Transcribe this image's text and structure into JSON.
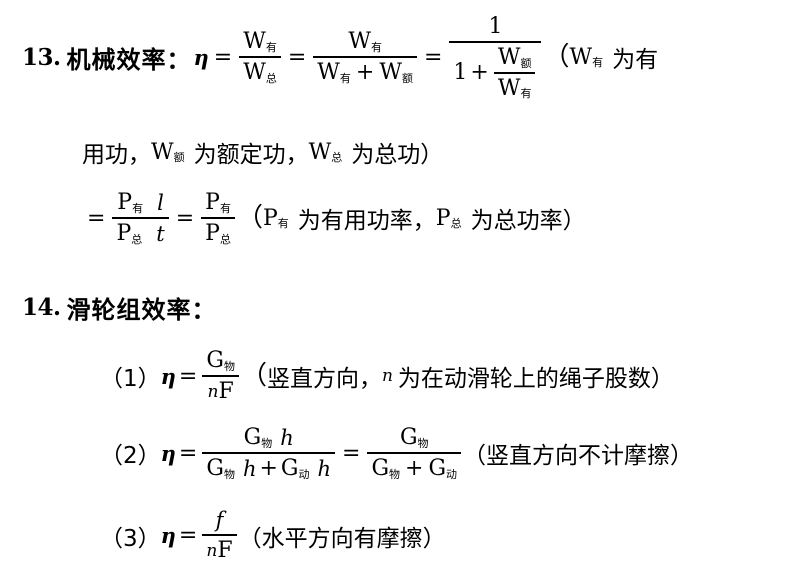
{
  "document": {
    "title_visible": false,
    "background_color": "#ffffff",
    "text_color": "#000000",
    "language": "zh-CN",
    "subject": "physics formulas - mechanical efficiency"
  },
  "items": [
    {
      "number": "13.",
      "heading": "机械效率：",
      "lines": [
        {
          "id": "eff-definition",
          "eta": "η",
          "eq1": "=",
          "frac1": {
            "num": "W",
            "num_sub": "有",
            "den": "W",
            "den_sub": "总"
          },
          "eq2": "=",
          "frac2": {
            "num": "W",
            "num_sub": "有",
            "den_a": "W",
            "den_a_sub": "有",
            "den_op": "+",
            "den_b": "W",
            "den_b_sub": "额"
          },
          "eq3": "=",
          "frac3": {
            "num": "1",
            "den_one": "1",
            "den_op": "+",
            "den_frac": {
              "num": "W",
              "num_sub": "额",
              "den": "W",
              "den_sub": "有"
            }
          },
          "note_open": "（",
          "note_w1": "W",
          "note_w1_sub": "有",
          "note_text1": "为有"
        },
        {
          "id": "eff-definition-cont",
          "text_a": "用功，",
          "w2": "W",
          "w2_sub": "额",
          "text_b": "为额定功，",
          "w3": "W",
          "w3_sub": "总",
          "text_c": "为总功）"
        },
        {
          "id": "eff-power",
          "eq0": "=",
          "frac_p": {
            "num": "P",
            "num_sub": "有",
            "den": "P",
            "den_sub": "总"
          },
          "frac_lt": {
            "num": "l",
            "den": "t"
          },
          "eq1": "=",
          "frac_p2": {
            "num": "P",
            "num_sub": "有",
            "den": "P",
            "den_sub": "总"
          },
          "note_open": "（",
          "p1": "P",
          "p1_sub": "有",
          "note_text1": "为有用功率，",
          "p2": "P",
          "p2_sub": "总",
          "note_text2": "为总功率）"
        }
      ]
    },
    {
      "number": "14.",
      "heading": "滑轮组效率：",
      "sub_items": [
        {
          "label": "（1）",
          "eta": "η",
          "eq": "=",
          "frac": {
            "num": "G",
            "num_sub": "物",
            "den_n": "n",
            "den_f": "F"
          },
          "note_open": "（",
          "note_text1": "竖直方向，",
          "note_var": "n",
          "note_text2": "为在动滑轮上的绳子股数）"
        },
        {
          "label": "（2）",
          "eta": "η",
          "eq1": "=",
          "frac1": {
            "num_g": "G",
            "num_g_sub": "物",
            "num_h": "h",
            "den_g1": "G",
            "den_g1_sub": "物",
            "den_h1": "h",
            "den_op": "+",
            "den_g2": "G",
            "den_g2_sub": "动",
            "den_h2": "h"
          },
          "eq2": "=",
          "frac2": {
            "num": "G",
            "num_sub": "物",
            "den_a": "G",
            "den_a_sub": "物",
            "den_op": "+",
            "den_b": "G",
            "den_b_sub": "动"
          },
          "note": "（竖直方向不计摩擦）"
        },
        {
          "label": "（3）",
          "eta": "η",
          "eq": "=",
          "frac": {
            "num": "f",
            "den_n": "n",
            "den_f": "F"
          },
          "note": "（水平方向有摩擦）"
        }
      ]
    }
  ]
}
